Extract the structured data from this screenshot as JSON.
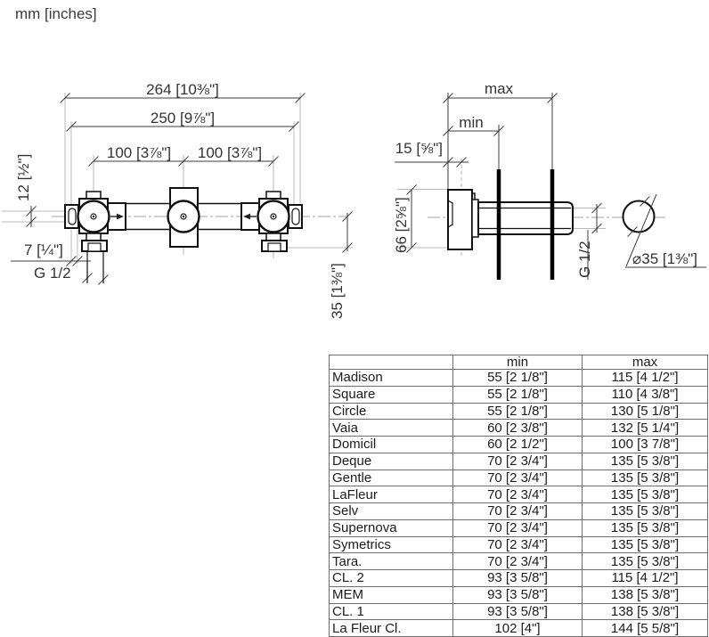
{
  "page": {
    "unit_note": "mm [inches]"
  },
  "front_view": {
    "dim_overall_width": "264 [10⅜\"]",
    "dim_hole_spacing_width": "250 [9⅞\"]",
    "dim_spacing_left": "100 [3⅞\"]",
    "dim_spacing_right": "100 [3⅞\"]",
    "dim_vertical_offset": "12 [½\"]",
    "dim_depth_offset": "7 [¼\"]",
    "thread_label": "G 1/2",
    "dim_drop": "35 [1⅜\"]"
  },
  "side_view": {
    "label_max": "max",
    "label_min": "min",
    "dim_wall": "15 [⅝\"]",
    "dim_body_height": "66 [2⅝\"]",
    "thread_label": "G 1/2",
    "dim_diameter": "⌀35 [1⅜\"]"
  },
  "table": {
    "headers": {
      "name": "",
      "min": "min",
      "max": "max"
    },
    "rows": [
      {
        "name": "Madison",
        "min": "55 [2 1/8\"]",
        "max": "115 [4 1/2\"]"
      },
      {
        "name": "Square",
        "min": "55 [2 1/8\"]",
        "max": "110 [4 3/8\"]"
      },
      {
        "name": "Circle",
        "min": "55 [2 1/8\"]",
        "max": "130 [5 1/8\"]"
      },
      {
        "name": "Vaia",
        "min": "60 [2 3/8\"]",
        "max": "132 [5 1/4\"]"
      },
      {
        "name": "Domicil",
        "min": "60 [2 1/2\"]",
        "max": "100 [3 7/8\"]"
      },
      {
        "name": "Deque",
        "min": "70 [2 3/4\"]",
        "max": "135 [5 3/8\"]"
      },
      {
        "name": "Gentle",
        "min": "70 [2 3/4\"]",
        "max": "135 [5 3/8\"]"
      },
      {
        "name": "LaFleur",
        "min": "70 [2 3/4\"]",
        "max": "135 [5 3/8\"]"
      },
      {
        "name": "Selv",
        "min": "70 [2 3/4\"]",
        "max": "135 [5 3/8\"]"
      },
      {
        "name": "Supernova",
        "min": "70 [2 3/4\"]",
        "max": "135 [5 3/8\"]"
      },
      {
        "name": "Symetrics",
        "min": "70 [2 3/4\"]",
        "max": "135 [5 3/8\"]"
      },
      {
        "name": "Tara.",
        "min": "70 [2 3/4\"]",
        "max": "135 [5 3/8\"]"
      },
      {
        "name": "CL. 2",
        "min": "93 [3 5/8\"]",
        "max": "115 [4 1/2\"]"
      },
      {
        "name": "MEM",
        "min": "93 [3 5/8\"]",
        "max": "138 [5 3/8\"]"
      },
      {
        "name": "CL. 1",
        "min": "93 [3 5/8\"]",
        "max": "138 [5 3/8\"]"
      },
      {
        "name": "La Fleur Cl.",
        "min": "102 [4\"]",
        "max": "144 [5 5/8\"]"
      }
    ]
  }
}
